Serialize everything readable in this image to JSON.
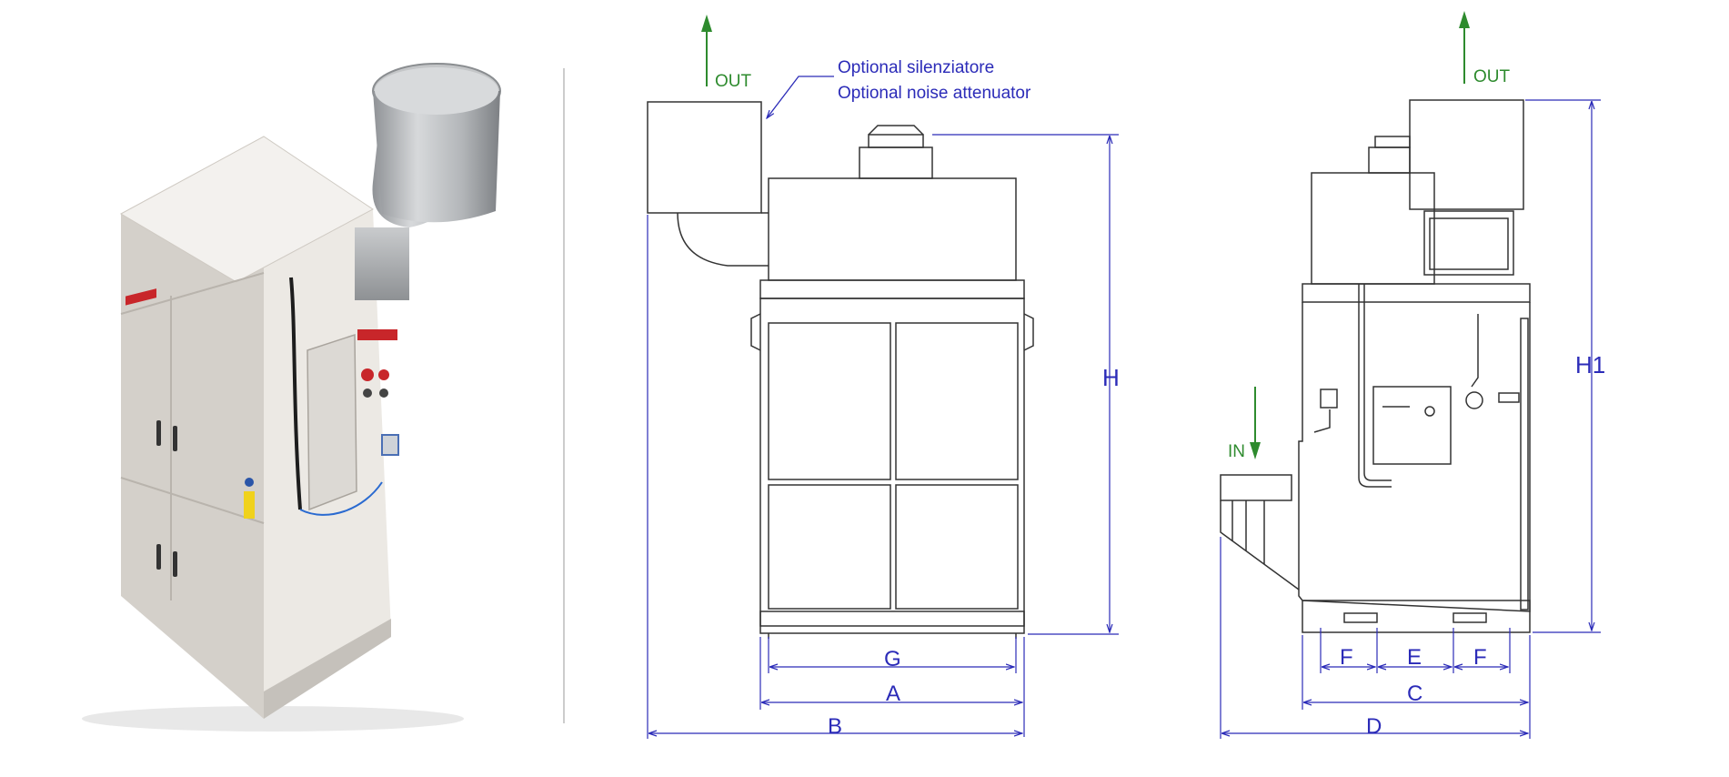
{
  "colors": {
    "dimension": "#2b2bb8",
    "flow_arrow": "#2e8b2e",
    "flow_text": "#2e8b2e",
    "outline": "#333333",
    "cabinet": "#e6e2dc",
    "duct": "#b9bcbf",
    "brand_red": "#c8262a"
  },
  "labels": {
    "out_front": "OUT",
    "out_side": "OUT",
    "in_side": "IN",
    "note_line1": "Optional silenziatore",
    "note_line2": "Optional noise attenuator"
  },
  "dimensions": {
    "front": {
      "G": "G",
      "A": "A",
      "B": "B",
      "H": "H"
    },
    "side": {
      "F_left": "F",
      "E": "E",
      "F_right": "F",
      "C": "C",
      "D": "D",
      "H1": "H1"
    }
  },
  "photo": {
    "subject": "air-filter-cabinet-with-noise-attenuator",
    "icons": [
      "cabinet-photo",
      "silencer-duct",
      "control-panel"
    ]
  }
}
